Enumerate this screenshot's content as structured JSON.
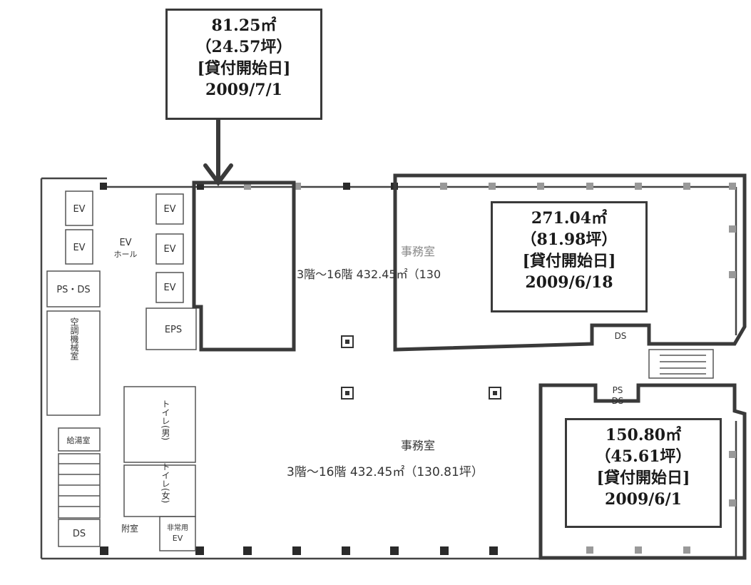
{
  "units": [
    {
      "area": "81.25㎡",
      "tsubo": "（24.57坪）",
      "label": "[貸付開始日]",
      "date": "2009/7/1"
    },
    {
      "area": "271.04㎡",
      "tsubo": "（81.98坪）",
      "label": "[貸付開始日]",
      "date": "2009/6/18"
    },
    {
      "area": "150.80㎡",
      "tsubo": "（45.61坪）",
      "label": "[貸付開始日]",
      "date": "2009/6/1"
    }
  ],
  "rooms": {
    "ev": "EV",
    "ev_hall_1": "EV",
    "ev_hall_2": "ホール",
    "ps_ds": "PS・DS",
    "eps": "EPS",
    "ahu": "空調機械室",
    "kyuto": "給湯室",
    "ds": "DS",
    "fukushitsu": "附室",
    "toilet_m": "トイレ(男)",
    "toilet_f": "トイレ(女)",
    "emergency_ev_1": "非常用",
    "emergency_ev_2": "EV",
    "ps": "PS",
    "office": "事務室",
    "office_spec": "3階～16階 432.45㎡（130.81坪）",
    "office_spec_partial": "3階～16階 432.45㎡（130"
  },
  "colors": {
    "outline": "#3a3a3a",
    "line": "#555555",
    "column": "#2a2a2a"
  }
}
